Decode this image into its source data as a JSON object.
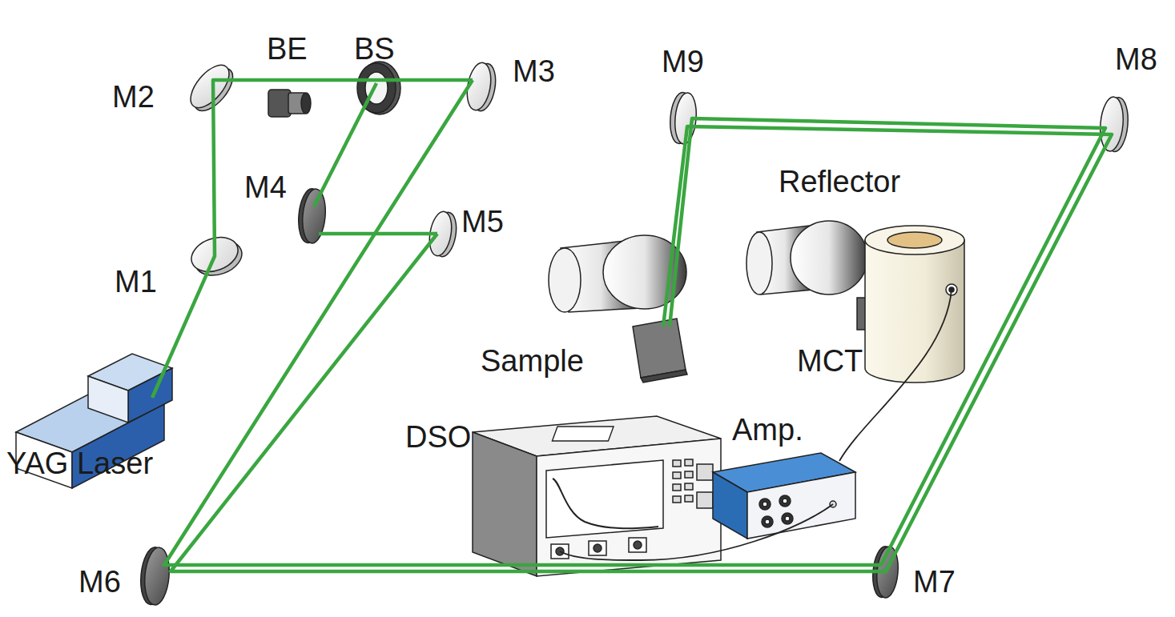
{
  "diagram": {
    "labels": [
      "M2",
      "BE",
      "BS",
      "M3",
      "M9",
      "M8",
      "M1",
      "M4",
      "M5",
      "Reflector",
      "Sample",
      "MCT",
      "YAG Laser",
      "DSO",
      "Amp.",
      "M6",
      "M7"
    ]
  }
}
